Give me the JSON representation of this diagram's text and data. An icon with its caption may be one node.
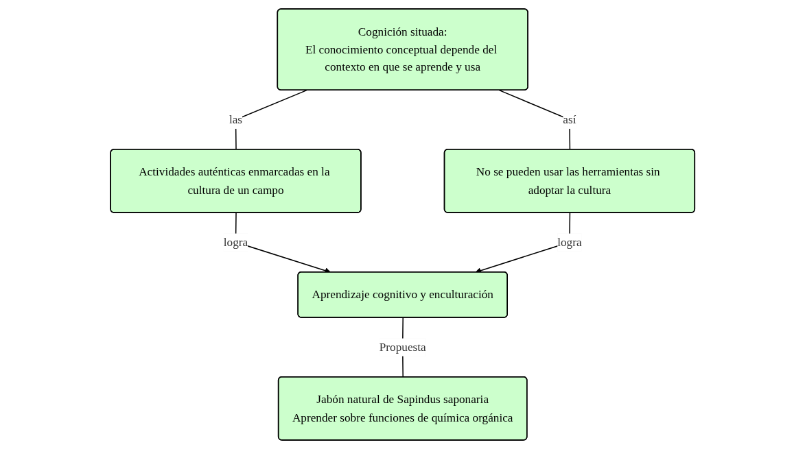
{
  "diagram": {
    "nodes": [
      {
        "text": [
          "Cognición situada:",
          "El conocimiento conceptual depende del contexto en que se aprende y usa"
        ]
      },
      {
        "text": [
          "Actividades auténticas enmarcadas en la cultura de un campo"
        ]
      },
      {
        "text": [
          "No se pueden usar las herramientas sin adoptar la cultura"
        ]
      },
      {
        "text": [
          "Aprendizaje cognitivo y enculturación"
        ]
      },
      {
        "text": [
          "Jabón natural de Sapindus saponaria",
          "Aprender sobre funciones de química orgánica"
        ]
      }
    ],
    "edges": [
      {
        "from": 0,
        "to": 1,
        "label": "las",
        "arrow": "none"
      },
      {
        "from": 0,
        "to": 2,
        "label": "así",
        "arrow": "none"
      },
      {
        "from": 1,
        "to": 3,
        "label": "logra",
        "arrow": "to"
      },
      {
        "from": 2,
        "to": 3,
        "label": "logra",
        "arrow": "to"
      },
      {
        "from": 3,
        "to": 4,
        "label": "Propuesta",
        "arrow": "none"
      }
    ]
  }
}
